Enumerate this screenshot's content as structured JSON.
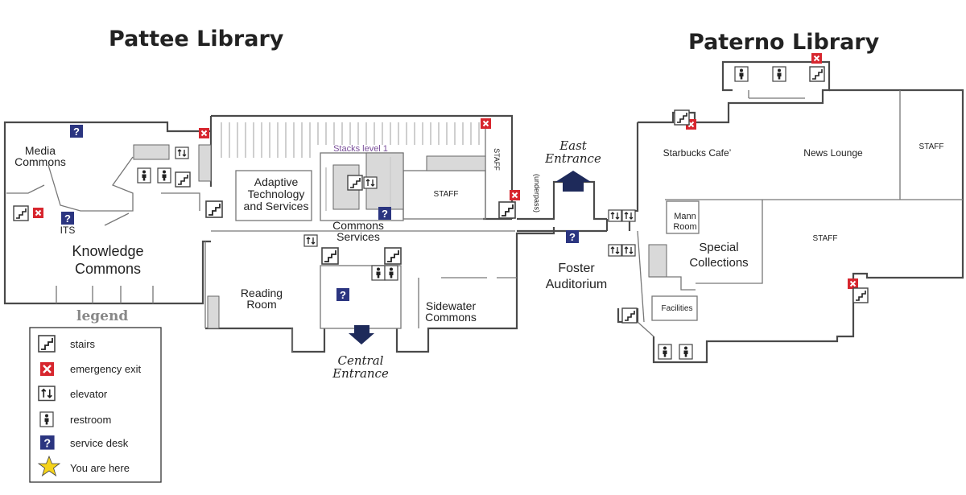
{
  "buildings": {
    "left_title": "Pattee Library",
    "right_title": "Paterno Library"
  },
  "rooms": {
    "media_commons": [
      "Media",
      "Commons"
    ],
    "knowledge_commons": [
      "Knowledge",
      "Commons"
    ],
    "its": "ITS",
    "adaptive": [
      "Adaptive",
      "Technology",
      "and Services"
    ],
    "stacks": "Stacks level 1",
    "staff_mid": "STAFF",
    "staff_vertical": "STAFF",
    "commons_services": [
      "Commons",
      "Services"
    ],
    "reading_room": [
      "Reading",
      "Room"
    ],
    "sidewater": [
      "Sidewater",
      "Commons"
    ],
    "underpass": "(underpass)",
    "foster": [
      "Foster",
      "Auditorium"
    ],
    "starbucks": "Starbucks Cafe’",
    "news_lounge": "News Lounge",
    "staff_right_top": "STAFF",
    "staff_right": "STAFF",
    "mann_room": [
      "Mann",
      "Room"
    ],
    "special_collections": [
      "Special",
      "Collections"
    ],
    "facilities": "Facilities"
  },
  "entrances": {
    "east": [
      "East",
      "Entrance"
    ],
    "central": [
      "Central",
      "Entrance"
    ]
  },
  "legend": {
    "title": "legend",
    "items": [
      {
        "icon": "stairs-icon",
        "label": "stairs"
      },
      {
        "icon": "emergency-exit-icon",
        "label": "emergency exit"
      },
      {
        "icon": "elevator-icon",
        "label": "elevator"
      },
      {
        "icon": "restroom-icon",
        "label": "restroom"
      },
      {
        "icon": "service-desk-icon",
        "label": "service desk"
      },
      {
        "icon": "you-are-here-icon",
        "label": "You are here"
      }
    ]
  },
  "colors": {
    "exit_red": "#d7262e",
    "desk_navy": "#2b3580",
    "arrow_navy": "#1e2a5a",
    "star_yellow": "#f5d31a",
    "stacks_purple": "#7a4f9a"
  }
}
